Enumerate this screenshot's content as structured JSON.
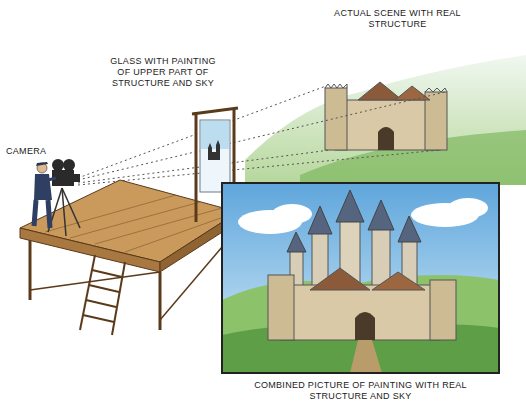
{
  "diagram": {
    "labels": [
      "ACTUAL SCENE WITH REAL STRUCTURE",
      "GLASS WITH PAINTING OF UPPER PART OF STRUCTURE AND SKY",
      "CAMERA",
      "COMBINED PICTURE OF PAINTING WITH REAL STRUCTURE AND SKY"
    ]
  }
}
